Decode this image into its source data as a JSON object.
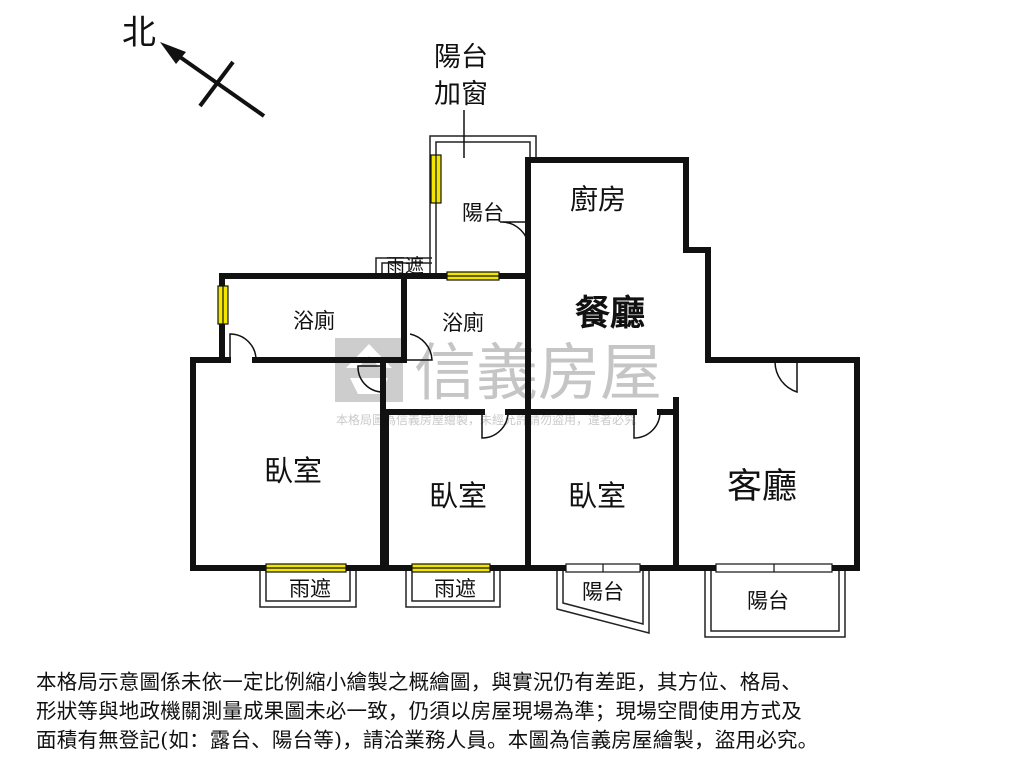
{
  "compass": {
    "north_label": "北"
  },
  "rooms": {
    "balcony_window_line1": "陽台",
    "balcony_window_line2": "加窗",
    "balcony_top": "陽台",
    "kitchen": "廚房",
    "dining": "餐廳",
    "bath_left": "浴廁",
    "bath_right": "浴廁",
    "rain_shelter_top": "雨遮",
    "bedroom_1": "臥室",
    "bedroom_2": "臥室",
    "bedroom_3": "臥室",
    "living_room": "客廳",
    "rain_shelter_1": "雨遮",
    "rain_shelter_2": "雨遮",
    "balcony_bottom_1": "陽台",
    "balcony_bottom_2": "陽台"
  },
  "watermark": {
    "brand": "信義房屋",
    "notice": "本格局圖為信義房屋繪製，未經允許請勿盜用，違者必究"
  },
  "disclaimer": [
    "本格局示意圖係未依一定比例縮小繪製之概繪圖，與實況仍有差距，其方位、格局、",
    "形狀等與地政機關測量成果圖未必一致，仍須以房屋現場為準；現場空間使用方式及",
    "面積有無登記(如：露台、陽台等)，請洽業務人員。本圖為信義房屋繪製，盜用必究。"
  ],
  "colors": {
    "wall": "#111111",
    "window": "#f2e600",
    "watermark": "#bfbfbf"
  }
}
